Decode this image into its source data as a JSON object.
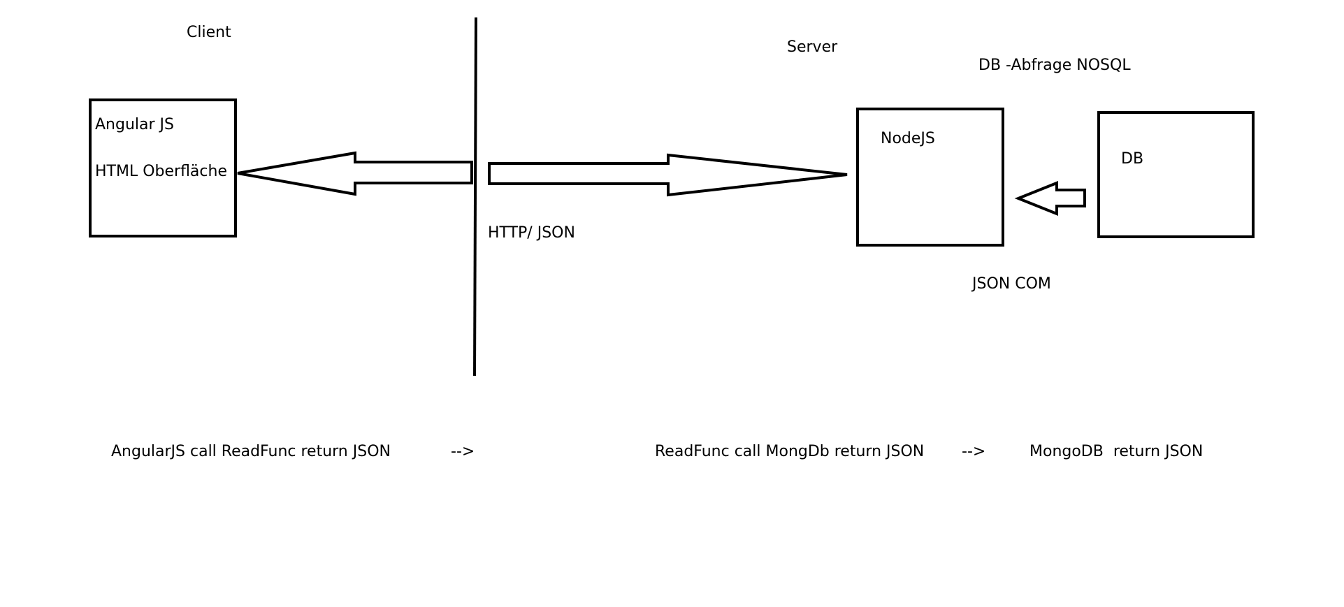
{
  "labels": {
    "client": "Client",
    "server": "Server",
    "db_query": "DB -Abfrage NOSQL",
    "client_box_line1": "Angular JS",
    "client_box_line2": "HTML Oberfläche",
    "nodejs": "NodeJS",
    "db": "DB",
    "http_json": "HTTP/ JSON",
    "json_com": "JSON COM"
  },
  "flow": {
    "step1": "AngularJS call ReadFunc return JSON",
    "arrow1": "-->",
    "step2": "ReadFunc call MongDb return JSON",
    "arrow2": "-->",
    "step3": "MongoDB  return JSON"
  }
}
